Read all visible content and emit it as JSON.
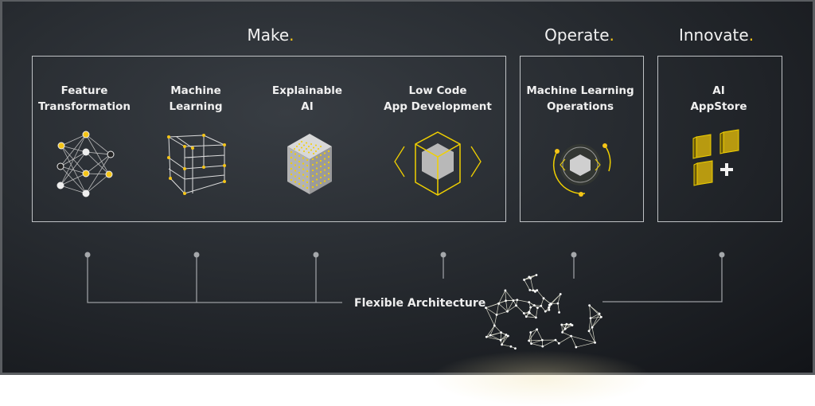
{
  "sections": {
    "make": {
      "title": "Make",
      "dot": "."
    },
    "operate": {
      "title": "Operate",
      "dot": "."
    },
    "innovate": {
      "title": "Innovate",
      "dot": "."
    }
  },
  "items": {
    "feature_transformation": {
      "line1": "Feature",
      "line2": "Transformation"
    },
    "machine_learning": {
      "line1": "Machine",
      "line2": "Learning"
    },
    "explainable_ai": {
      "line1": "Explainable",
      "line2": "AI"
    },
    "low_code": {
      "line1": "Low Code",
      "line2": "App Development"
    },
    "mlops": {
      "line1": "Machine Learning",
      "line2": "Operations"
    },
    "ai_appstore": {
      "line1": "AI",
      "line2": "AppStore"
    }
  },
  "foundation": {
    "label": "Flexible Architecture"
  },
  "colors": {
    "accent": "#f5c518",
    "line": "#9a9da1",
    "text": "#f0f0f0"
  }
}
